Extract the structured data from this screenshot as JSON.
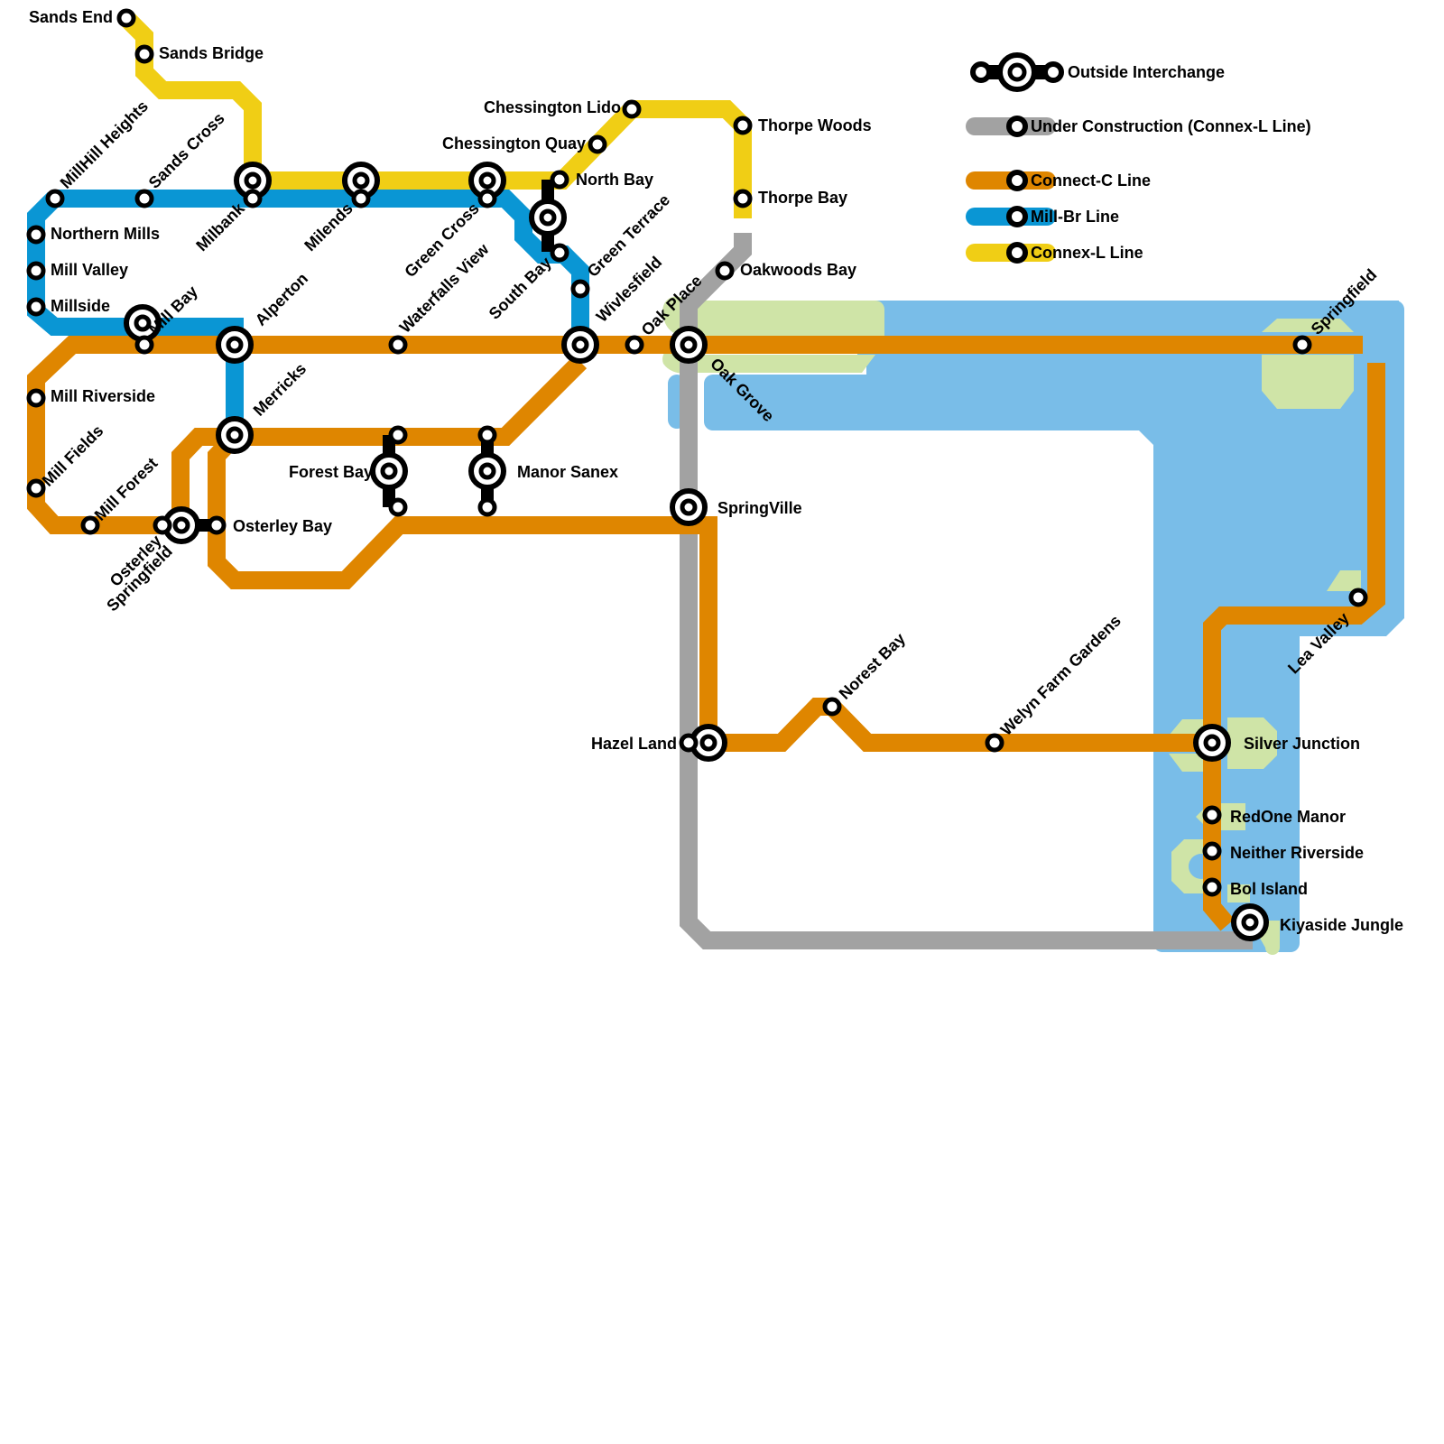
{
  "map": {
    "colors": {
      "connect_c": "#DF8600",
      "mill_br": "#0A96D4",
      "connex_l": "#F0CE15",
      "under_construction": "#A2A2A2",
      "water": "#79BDE8",
      "park": "#CFE4A7",
      "station": "#000000"
    },
    "legend": {
      "items": [
        {
          "label": "Outside Interchange",
          "type": "interchange"
        },
        {
          "label": "Under Construction (Connex-L Line)",
          "type": "line",
          "color_key": "under_construction"
        },
        {
          "label": "Connect-C Line",
          "type": "line",
          "color_key": "connect_c"
        },
        {
          "label": "Mill-Br Line",
          "type": "line",
          "color_key": "mill_br"
        },
        {
          "label": "Connex-L Line",
          "type": "line",
          "color_key": "connex_l"
        }
      ]
    },
    "lines": [
      {
        "name": "Connex-L Line",
        "color_key": "connex_l"
      },
      {
        "name": "Mill-Br Line",
        "color_key": "mill_br"
      },
      {
        "name": "Connect-C Line",
        "color_key": "connect_c"
      },
      {
        "name": "Under Construction (Connex-L Line)",
        "color_key": "under_construction"
      }
    ],
    "stations": {
      "sands_end": "Sands End",
      "sands_bridge": "Sands Bridge",
      "millhill_heights": "MillHill Heights",
      "sands_cross": "Sands Cross",
      "milbank": "Milbank",
      "milends": "Milends",
      "green_cross": "Green Cross",
      "waterfalls_view": "Waterfalls View",
      "chessington_lido": "Chessington Lido",
      "chessington_quay": "Chessington Quay",
      "north_bay": "North Bay",
      "south_bay": "South Bay",
      "green_terrace": "Green Terrace",
      "wivlesfield": "Wivlesfield",
      "oak_place": "Oak Place",
      "oak_grove": "Oak Grove",
      "thorpe_woods": "Thorpe Woods",
      "thorpe_bay": "Thorpe Bay",
      "oakwoods_bay": "Oakwoods Bay",
      "northern_mills": "Northern Mills",
      "mill_valley": "Mill Valley",
      "millside": "Millside",
      "mill_bay": "Mill Bay",
      "alperton": "Alperton",
      "mill_riverside": "Mill Riverside",
      "mill_fields": "Mill Fields",
      "mill_forest": "Mill Forest",
      "merricks": "Merricks",
      "osterley_springfield_1": "Osterley",
      "osterley_springfield_2": "Springfield",
      "osterley_bay": "Osterley Bay",
      "forest_bay": "Forest Bay",
      "manor_sanex": "Manor Sanex",
      "springville": "SpringVille",
      "hazel_land": "Hazel Land",
      "norest_bay": "Norest Bay",
      "welyn_farm_gardens": "Welyn Farm Gardens",
      "silver_junction": "Silver Junction",
      "redone_manor": "RedOne Manor",
      "neither_riverside": "Neither Riverside",
      "bol_island": "Bol Island",
      "kiyaside_jungle": "Kiyaside Jungle",
      "springfield": "Springfield",
      "lea_valley": "Lea Valley"
    }
  }
}
